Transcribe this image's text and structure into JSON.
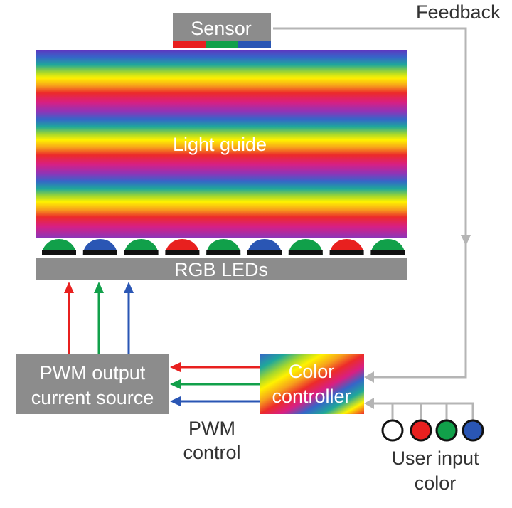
{
  "labels": {
    "sensor": "Sensor",
    "feedback": "Feedback",
    "light_guide": "Light guide",
    "rgb_leds": "RGB LEDs",
    "pwm_source_line1": "PWM output",
    "pwm_source_line2": "current source",
    "controller_line1": "Color",
    "controller_line2": "controller",
    "pwm_control_line1": "PWM",
    "pwm_control_line2": "control",
    "user_input_line1": "User input",
    "user_input_line2": "color"
  },
  "colors": {
    "red": "#e8201f",
    "green": "#11a04a",
    "blue": "#2a56b4",
    "gray_box": "#8c8c8c",
    "connector": "#b5b5b5",
    "white": "#ffffff"
  },
  "leds": [
    "green",
    "blue",
    "green",
    "red",
    "green",
    "blue",
    "green",
    "red",
    "green"
  ],
  "sensor_strip": [
    "red",
    "green",
    "blue"
  ],
  "led_inputs": [
    "red",
    "green",
    "blue"
  ],
  "pwm_channels": [
    "red",
    "green",
    "blue"
  ],
  "user_inputs": [
    "white",
    "red",
    "green",
    "blue"
  ]
}
